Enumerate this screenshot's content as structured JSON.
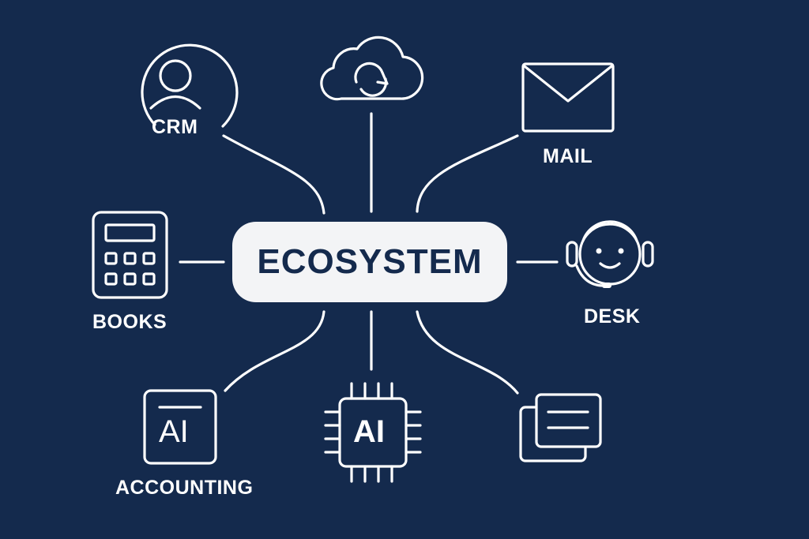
{
  "background_color": "#142a4d",
  "hub": {
    "label": "ECOSYSTEM"
  },
  "nodes": [
    {
      "id": "crm",
      "label": "CRM",
      "icon": "user-icon"
    },
    {
      "id": "cloud",
      "label": "",
      "icon": "cloud-sync-icon"
    },
    {
      "id": "mail",
      "label": "MAIL",
      "icon": "envelope-icon"
    },
    {
      "id": "books",
      "label": "BOOKS",
      "icon": "calculator-icon"
    },
    {
      "id": "desk",
      "label": "DESK",
      "icon": "headset-icon"
    },
    {
      "id": "accounting",
      "label": "ACCOUNTING",
      "icon": "ai-document-icon",
      "icon_text": "AI"
    },
    {
      "id": "ai",
      "label": "",
      "icon": "ai-chip-icon",
      "icon_text": "AI"
    },
    {
      "id": "chat",
      "label": "",
      "icon": "chat-cards-icon"
    }
  ]
}
